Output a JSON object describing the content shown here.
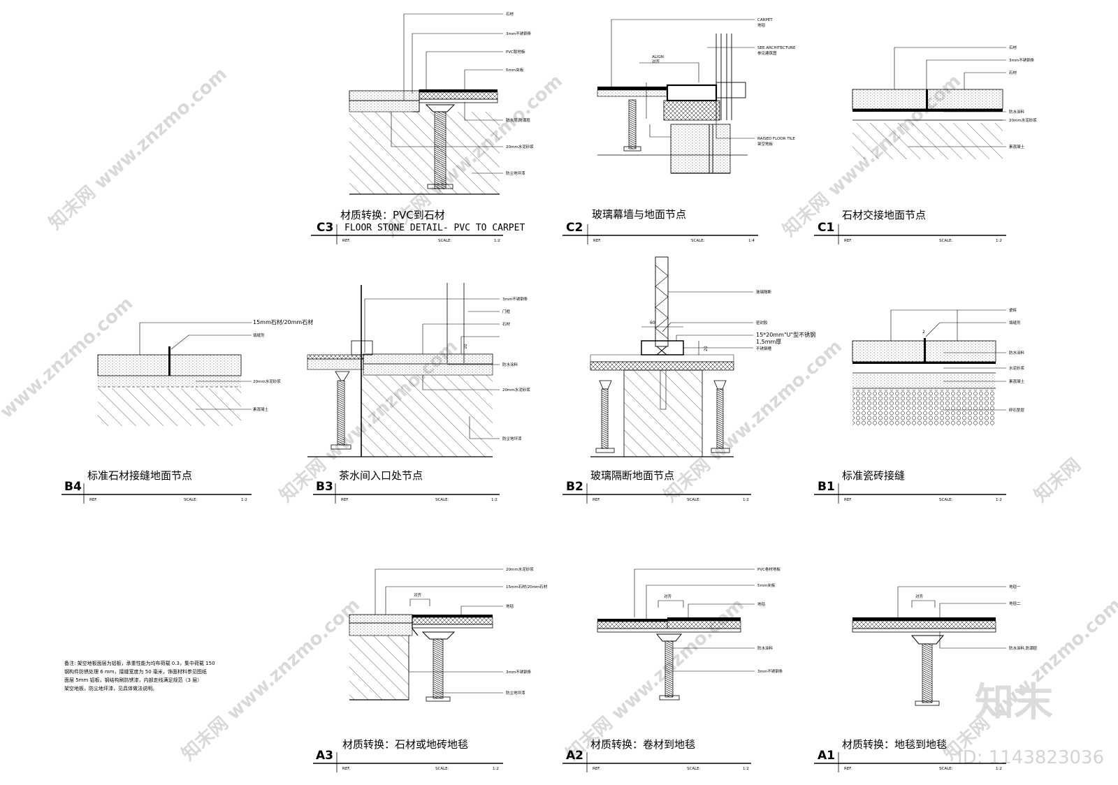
{
  "watermarks": {
    "url": "www.znzmo.com",
    "brand": "知末网",
    "logo": "知末",
    "id_label": "ID: 1143823036"
  },
  "titleblock_labels": {
    "ref": "REF.",
    "scale": "SCALE:"
  },
  "details": [
    {
      "id": "C3",
      "title_cn": "材质转换：PVC到石材",
      "title_en": "FLOOR STONE DETAIL- PVC TO CARPET",
      "scale": "1:2",
      "callouts": [
        "石材",
        "3mm不锈钢条",
        "PVC胶地板",
        "5mm夹板",
        "防水层,防潮层",
        "20mm水泥砂浆",
        "防尘地坪漆"
      ]
    },
    {
      "id": "C2",
      "title_cn": "玻璃幕墙与地面节点",
      "scale": "1:4",
      "callouts": [
        "CARPET",
        "地毯",
        "SEE ARCHITECTURE",
        "参见建筑图",
        "RAISED FLOOR TILE",
        "架空地板"
      ],
      "labels": [
        "ALIGN",
        "对齐"
      ]
    },
    {
      "id": "C1",
      "title_cn": "石材交接地面节点",
      "scale": "1:2",
      "callouts": [
        "石材",
        "3mm不锈钢条",
        "石材",
        "防水涂料",
        "20mm水泥砂浆",
        "素混凝土"
      ]
    },
    {
      "id": "B4",
      "title_cn": "标准石材接缝地面节点",
      "scale": "1:2",
      "callouts": [
        "15mm石材/20mm石材",
        "填缝剂",
        "20mm水泥砂浆",
        "素混凝土"
      ]
    },
    {
      "id": "B3",
      "title_cn": "茶水间入口处节点",
      "scale": "1:2",
      "callouts": [
        "3mm不锈钢条",
        "门框",
        "石材",
        "防水涂料",
        "20mm水泥砂浆",
        "防尘地坪漆"
      ]
    },
    {
      "id": "B2",
      "title_cn": "玻璃隔断地面节点",
      "scale": "1:2",
      "callouts": [
        "玻璃隔断",
        "密封胶",
        "15*20mm\"U\"型不锈钢",
        "1.5mm厚",
        "不锈钢槽"
      ],
      "dims": [
        "60",
        "20"
      ]
    },
    {
      "id": "B1",
      "title_cn": "标准瓷砖接缝",
      "scale": "1:2",
      "callouts": [
        "瓷砖",
        "填缝剂",
        "防水涂料",
        "水泥砂浆",
        "素混凝土",
        "碎石垫层"
      ],
      "dims": [
        "2"
      ]
    },
    {
      "id": "A3",
      "title_cn": "材质转换：石材或地砖地毯",
      "scale": "1:2",
      "callouts": [
        "20mm水泥砂浆",
        "15mm石材/20mm石材",
        "地毯",
        "3mm不锈钢条",
        "防尘地坪漆"
      ]
    },
    {
      "id": "A2",
      "title_cn": "材质转换：卷材到地毯",
      "scale": "1:2",
      "callouts": [
        "PVC卷材地板",
        "5mm夹板",
        "地毯",
        "防水涂料",
        "3mm不锈钢条"
      ]
    },
    {
      "id": "A1",
      "title_cn": "材质转换：地毯到地毯",
      "scale": "1:2",
      "callouts": [
        "地毯一",
        "地毯二",
        "防水涂料,防潮层"
      ]
    }
  ],
  "general_note": [
    "备注: 架空地板面层为铝板，承重性能为均布荷载 0.3，集中荷载 150",
    "钢构件防锈处理 6 mm，接缝宽度为 50 毫米，饰面材料参见图纸",
    "面层 5mm 铝板，钢结构刷防锈漆，内部走线满足规范（3 层）",
    "架空地板，防尘地坪漆，见具体做法说明。"
  ],
  "colors": {
    "line": "#000000",
    "watermark": "#d9d9d9"
  }
}
